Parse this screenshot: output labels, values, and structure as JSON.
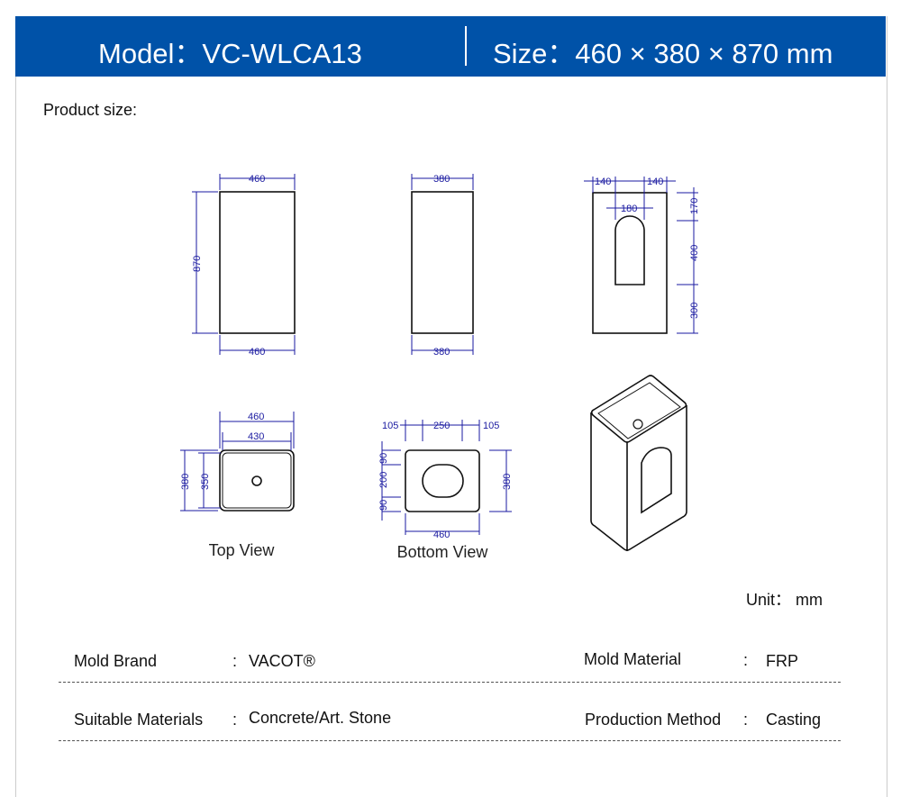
{
  "header": {
    "model": "Model：VC-WLCA13",
    "size": "Size：460 × 380 × 870 mm"
  },
  "section_label": "Product size:",
  "dims": {
    "front": {
      "top": "460",
      "bottom": "460",
      "height": "870"
    },
    "side": {
      "top": "380",
      "bottom": "380"
    },
    "back": {
      "left": "140",
      "right": "140",
      "arch_width": "180",
      "top": "170",
      "middle": "400",
      "bottom": "300"
    },
    "top_view": {
      "outer_width": "460",
      "inner_width": "430",
      "outer_depth": "380",
      "inner_depth": "350"
    },
    "bottom_view": {
      "left": "105",
      "middle": "250",
      "right": "105",
      "v_top": "90",
      "v_mid": "200",
      "v_bot": "90",
      "depth": "380",
      "width": "460"
    }
  },
  "captions": {
    "top_view": "Top View",
    "bottom_view": "Bottom View"
  },
  "unit": "Unit：  mm",
  "specs": [
    {
      "label": "Mold Brand",
      "sep": ":",
      "value": "VACOT®"
    },
    {
      "label": "Mold Material",
      "sep": ":",
      "value": "FRP"
    },
    {
      "label": "Suitable Materials",
      "sep": ":",
      "value": "Concrete/Art. Stone"
    },
    {
      "label": "Production Method",
      "sep": ":",
      "value": "Casting"
    }
  ]
}
